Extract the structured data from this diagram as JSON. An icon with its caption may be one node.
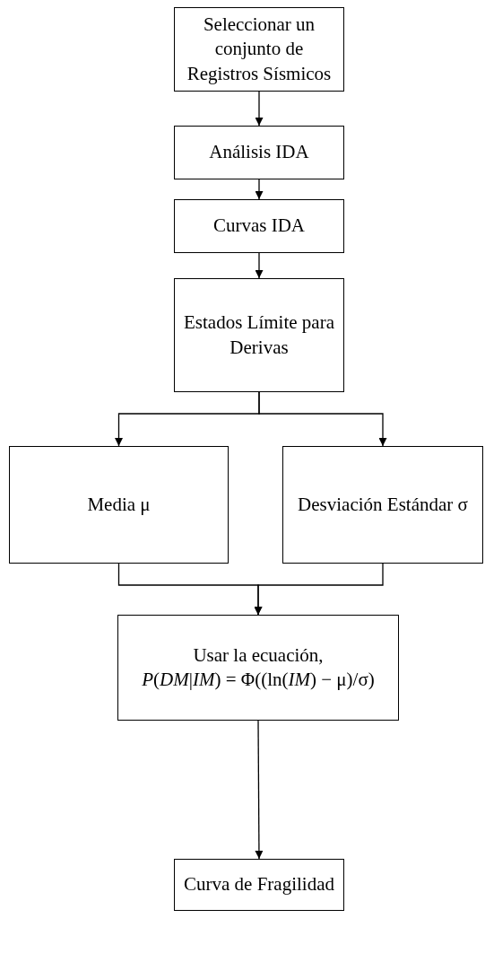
{
  "diagram": {
    "nodes": [
      {
        "text": [
          "Seleccionar un conjunto de Registros Sísmicos"
        ]
      },
      {
        "text": [
          "Análisis IDA"
        ]
      },
      {
        "text": [
          "Curvas IDA"
        ]
      },
      {
        "text": [
          "Estados Límite para Derivas"
        ]
      },
      {
        "text": [
          "Media μ"
        ]
      },
      {
        "text": [
          "Desviación Estándar σ"
        ]
      },
      {
        "text": [
          "Usar la ecuación,",
          "*P*(*DM*|*IM*) = Φ((ln(*IM*) − μ)/σ)"
        ]
      },
      {
        "text": [
          "Curva de Fragilidad"
        ]
      }
    ],
    "edges": [
      {
        "from": 0,
        "to": 1,
        "arrow": "to"
      },
      {
        "from": 1,
        "to": 2,
        "arrow": "to"
      },
      {
        "from": 2,
        "to": 3,
        "arrow": "to"
      },
      {
        "from": 3,
        "to": 4,
        "arrow": "to"
      },
      {
        "from": 3,
        "to": 5,
        "arrow": "to"
      },
      {
        "from": 4,
        "to": 6,
        "arrow": "to"
      },
      {
        "from": 5,
        "to": 6,
        "arrow": "to"
      },
      {
        "from": 6,
        "to": 7,
        "arrow": "to"
      }
    ]
  }
}
